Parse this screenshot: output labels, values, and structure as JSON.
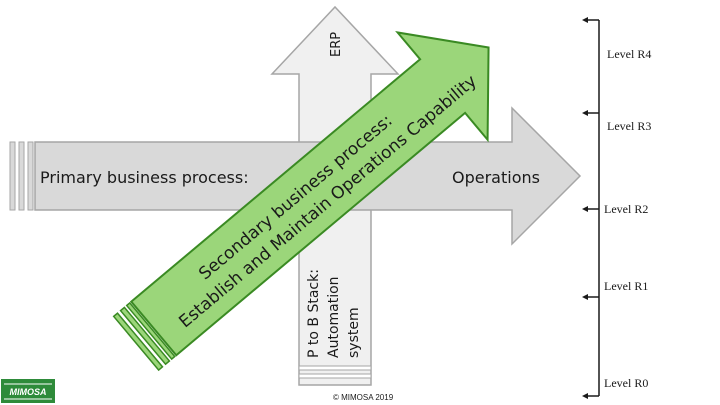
{
  "diagram": {
    "primary_label": "Primary business process:",
    "operations_label": "Operations",
    "erp_label": "ERP",
    "vertical_label_lines": [
      "P to B Stack:",
      "Automation",
      "system"
    ],
    "secondary_label_lines": [
      "Secondary business process:",
      "Establish and Maintain Operations Capability"
    ]
  },
  "levels": [
    "Level R4",
    "Level R3",
    "Level R2",
    "Level R1",
    "Level R0"
  ],
  "footer": {
    "copyright": "© MIMOSA 2019",
    "logo_text": "MIMOSA"
  },
  "colors": {
    "gray_fill": "#d9d9d9",
    "light_gray_fill": "#f0f0f0",
    "gray_stroke": "#a6a6a6",
    "green_fill": "#9bd67a",
    "green_stroke": "#3a8a23",
    "logo_green": "#2e8b3a"
  }
}
